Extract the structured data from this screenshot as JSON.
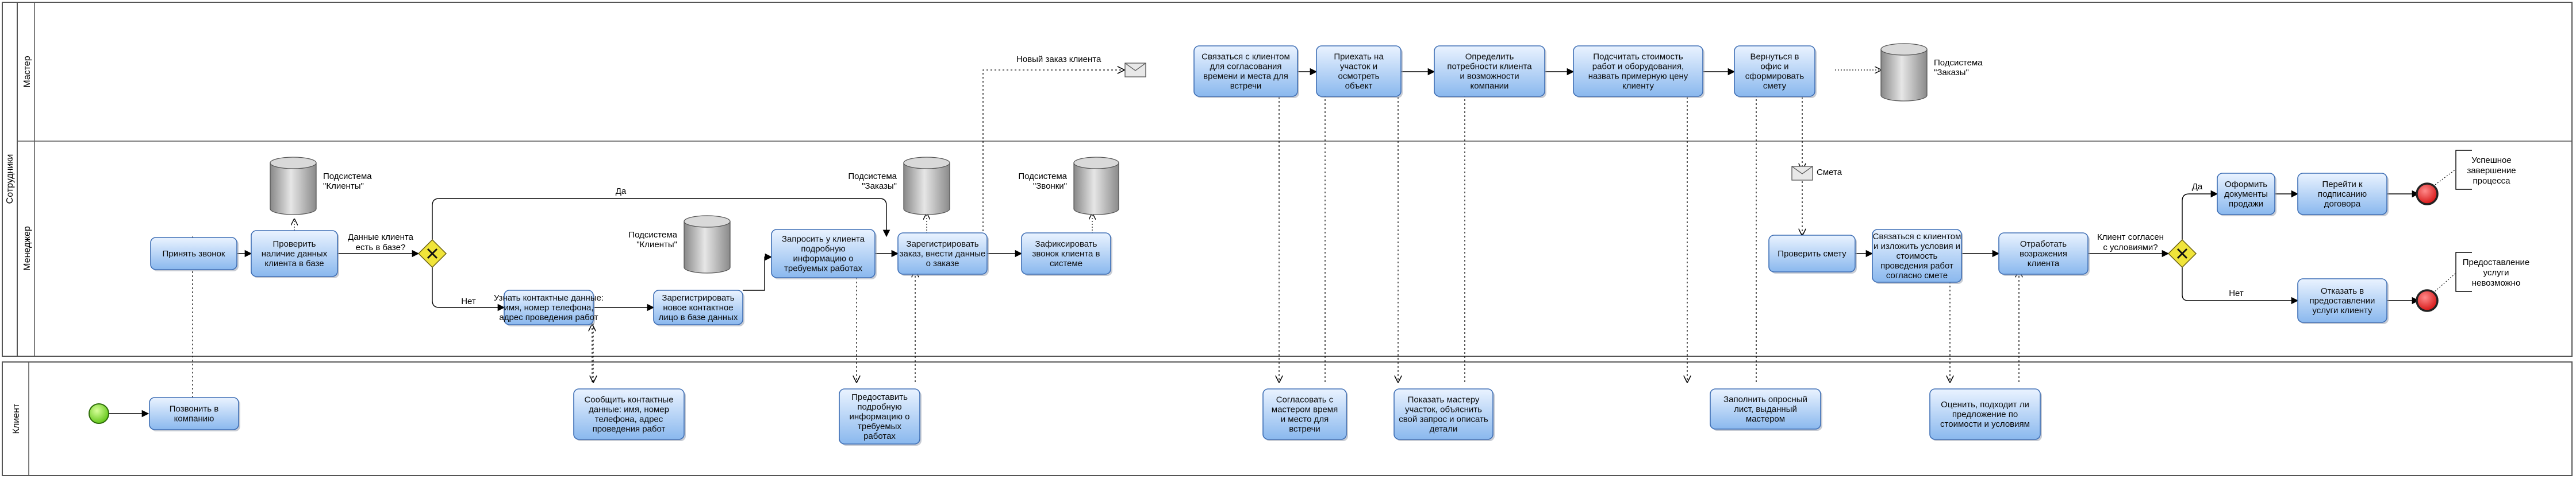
{
  "lanes": {
    "group": "Сотрудники",
    "master": "Мастер",
    "manager": "Менеджер",
    "client": "Клиент"
  },
  "tasks": {
    "t_call_company": [
      "Позвонить в",
      "компанию"
    ],
    "t_take_call": [
      "Принять звонок"
    ],
    "t_check_client": [
      "Проверить",
      "наличие данных",
      "клиента в базе"
    ],
    "t_learn_contacts": [
      "Узнать контактные данные:",
      "имя, номер телефона,",
      "адрес проведения работ"
    ],
    "t_tell_contacts": [
      "Сообщить контактные",
      "данные: имя, номер",
      "телефона, адрес",
      "проведения работ"
    ],
    "t_register_contact": [
      "Зарегистрировать",
      "новое контактное",
      "лицо в базе данных"
    ],
    "t_request_info": [
      "Запросить у клиента",
      "подробную",
      "информацию о",
      "требуемых работах"
    ],
    "t_provide_info": [
      "Предоставить",
      "подробную",
      "информацию о",
      "требуемых",
      "работах"
    ],
    "t_register_order": [
      "Зарегистрировать",
      "заказ, внести данные",
      "о заказе"
    ],
    "t_record_call": [
      "Зафиксировать",
      "звонок клиента в",
      "системе"
    ],
    "t_contact_client": [
      "Связаться с клиентом",
      "для согласования",
      "времени и места для",
      "встречи"
    ],
    "t_agree_master": [
      "Согласовать с",
      "мастером время",
      "и место для",
      "встречи"
    ],
    "t_arrive": [
      "Приехать на",
      "участок и",
      "осмотреть",
      "объект"
    ],
    "t_show_site": [
      "Показать мастеру",
      "участок, объяснить",
      "свой запрос и описать",
      "детали"
    ],
    "t_define_needs": [
      "Определить",
      "потребности клиента",
      "и возможности",
      "компании"
    ],
    "t_calc_cost": [
      "Подсчитать стоимость",
      "работ и оборудования,",
      "назвать примерную цену",
      "клиенту"
    ],
    "t_fill_form": [
      "Заполнить опросный",
      "лист, выданный",
      "мастером"
    ],
    "t_return_office": [
      "Вернуться в",
      "офис и",
      "сформировать",
      "смету"
    ],
    "t_check_estimate": [
      "Проверить смету"
    ],
    "t_contact_terms": [
      "Связаться с клиентом",
      "и изложить условия и",
      "стоимость",
      "проведения работ",
      "согласно смете"
    ],
    "t_evaluate_offer": [
      "Оценить, подходит ли",
      "предложение по",
      "стоимости и условиям"
    ],
    "t_handle_objections": [
      "Отработать",
      "возражения",
      "клиента"
    ],
    "t_sales_docs": [
      "Оформить",
      "документы",
      "продажи"
    ],
    "t_contract": [
      "Перейти к",
      "подписанию",
      "договора"
    ],
    "t_refuse": [
      "Отказать в",
      "предоставлении",
      "услуги клиенту"
    ]
  },
  "datastores": {
    "ds_clients_1": [
      "Подсистема",
      "\"Клиенты\""
    ],
    "ds_clients_2": [
      "Подсистема",
      "\"Клиенты\""
    ],
    "ds_orders_1": [
      "Подсистема",
      "\"Заказы\""
    ],
    "ds_calls": [
      "Подсистема",
      "\"Звонки\""
    ],
    "ds_orders_2": [
      "Подсистема",
      "\"Заказы\""
    ]
  },
  "labels": {
    "gw1_question": [
      "Данные клиента",
      "есть в базе?"
    ],
    "gw1_yes": "Да",
    "gw1_no": "Нет",
    "new_order": "Новый заказ клиента",
    "estimate": "Смета",
    "gw2_question": [
      "Клиент согласен",
      "с условиями?"
    ],
    "gw2_yes": "Да",
    "gw2_no": "Нет"
  },
  "annotations": {
    "success": [
      "Успешное",
      "завершение",
      "процесса"
    ],
    "impossible": [
      "Предоставление",
      "услуги",
      "невозможно"
    ]
  },
  "colors": {
    "task_top": "#eaf3ff",
    "task_bottom": "#8ab8ee",
    "task_stroke": "#3f6fb5",
    "gateway_fill": "#f0e43a",
    "start_fill": "#7ee21c",
    "end_fill": "#e21818",
    "datastore": "#a8a8a8"
  }
}
